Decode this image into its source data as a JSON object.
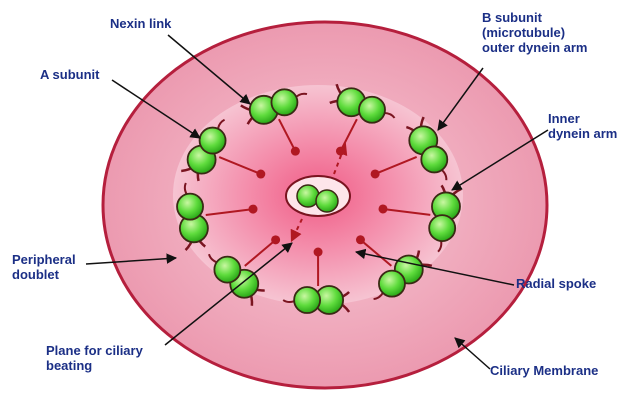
{
  "labels": {
    "nexin_link": "Nexin link",
    "b_subunit": "B subunit\n(microtubule)\nouter dynein arm",
    "a_subunit": "A subunit",
    "inner_dynein_arm": "Inner\ndynein arm",
    "peripheral_doublet": "Peripheral\ndoublet",
    "radial_spoke": "Radial spoke",
    "plane_for_ciliary_beating": "Plane for ciliary\nbeating",
    "ciliary_membrane": "Ciliary Membrane"
  },
  "colors": {
    "label_text": "#1b2f86",
    "membrane_outer": "#ea8fa4",
    "membrane_inner": "#f4bccb",
    "membrane_edge": "#b51f3d",
    "center_glow": "#f06a8f",
    "spoke": "#b01822",
    "microtubule_fill": "#3fcf2a",
    "microtubule_outline": "#3a2a14",
    "dynein_arm": "#7a1420"
  },
  "structure": {
    "peripheral_doublets": 9,
    "central_microtubules": 2
  }
}
